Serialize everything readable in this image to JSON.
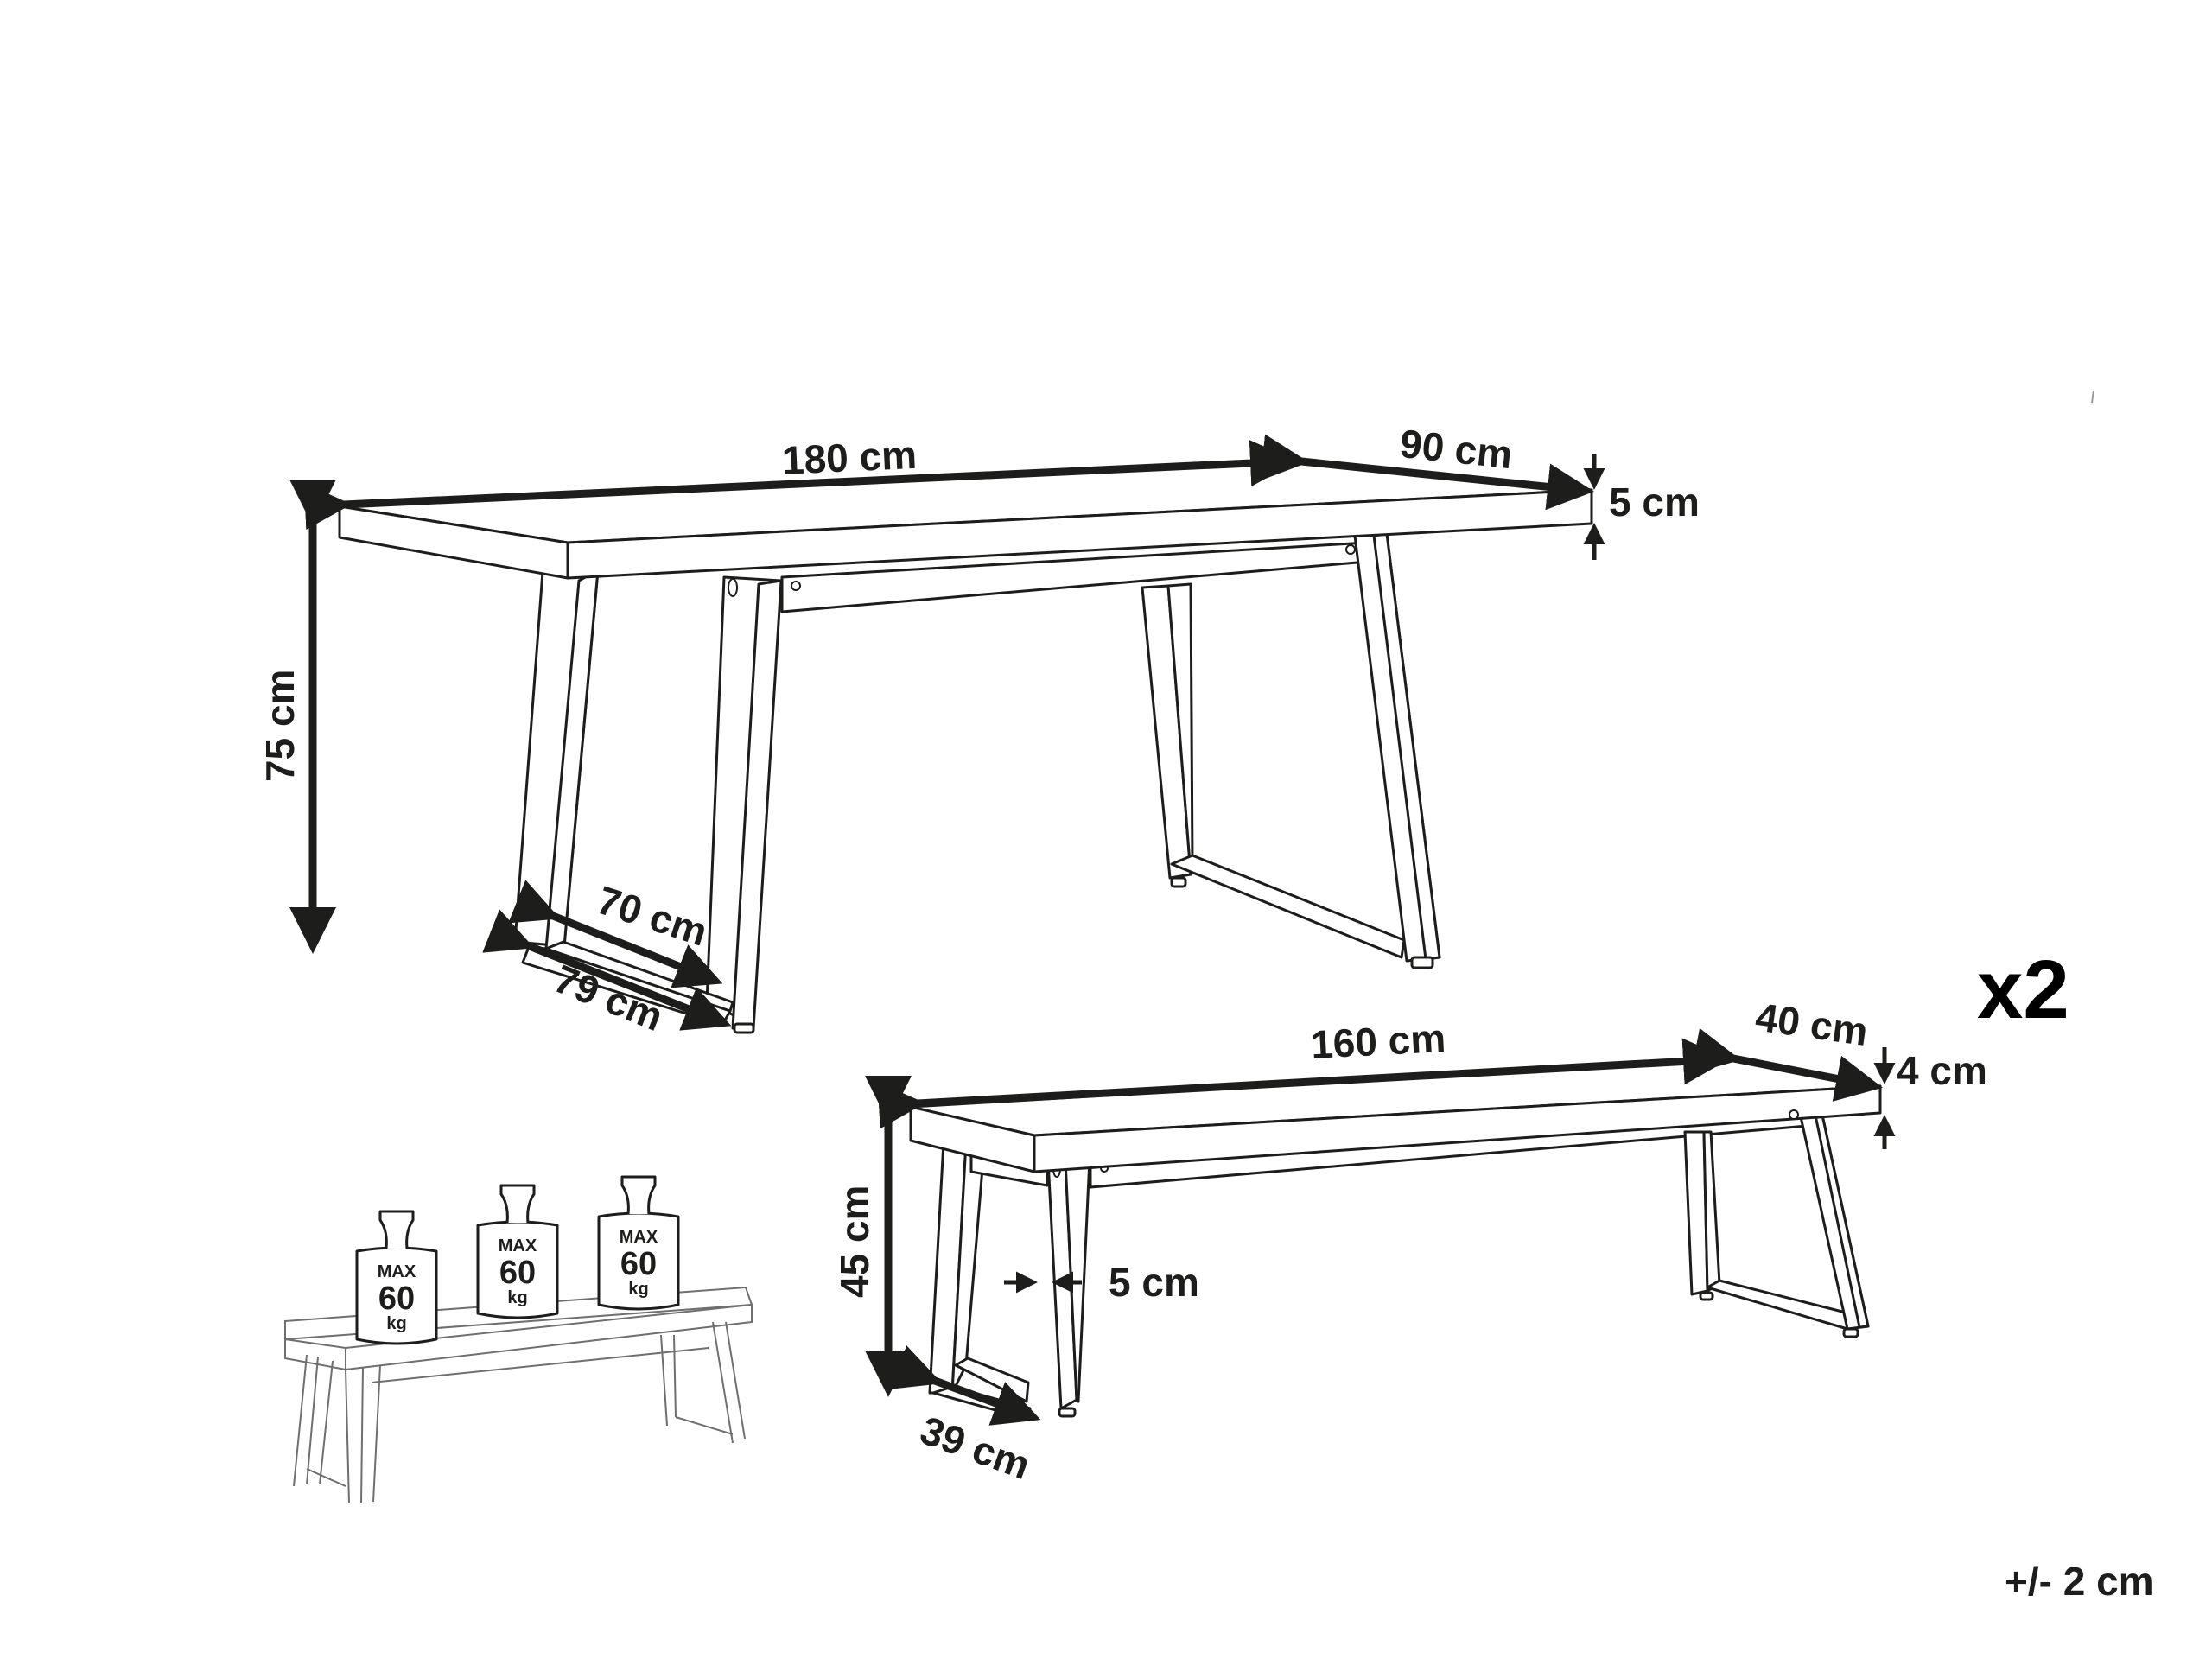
{
  "diagram": {
    "type": "product dimension drawing",
    "colors": {
      "ink": "#1d1d1b",
      "background": "#ffffff",
      "faint": "#6f6f6f"
    },
    "table": {
      "length_label": "180 cm",
      "width_label": "90 cm",
      "top_thickness_label": "5 cm",
      "height_label": "75 cm",
      "leg_inner_label": "70 cm",
      "leg_outer_label": "79 cm"
    },
    "bench": {
      "quantity_label": "x2",
      "length_label": "160 cm",
      "width_label": "40 cm",
      "top_thickness_label": "4 cm",
      "height_label": "45 cm",
      "leg_thickness_label": "5 cm",
      "leg_depth_label": "39 cm"
    },
    "load": {
      "weights": [
        {
          "max": "MAX",
          "value": "60",
          "unit": "kg"
        },
        {
          "max": "MAX",
          "value": "60",
          "unit": "kg"
        },
        {
          "max": "MAX",
          "value": "60",
          "unit": "kg"
        }
      ]
    },
    "tolerance_label": "+/- 2 cm"
  }
}
